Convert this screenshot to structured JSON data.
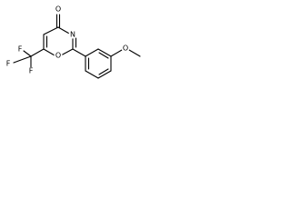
{
  "molecule": {
    "atoms": {
      "carbonyl_oxygen": "O",
      "ring_nitrogen": "N",
      "ring_oxygen": "O",
      "methoxy_oxygen": "O",
      "fluorine_top_left": "F",
      "fluorine_left": "F",
      "fluorine_bottom": "F"
    }
  }
}
